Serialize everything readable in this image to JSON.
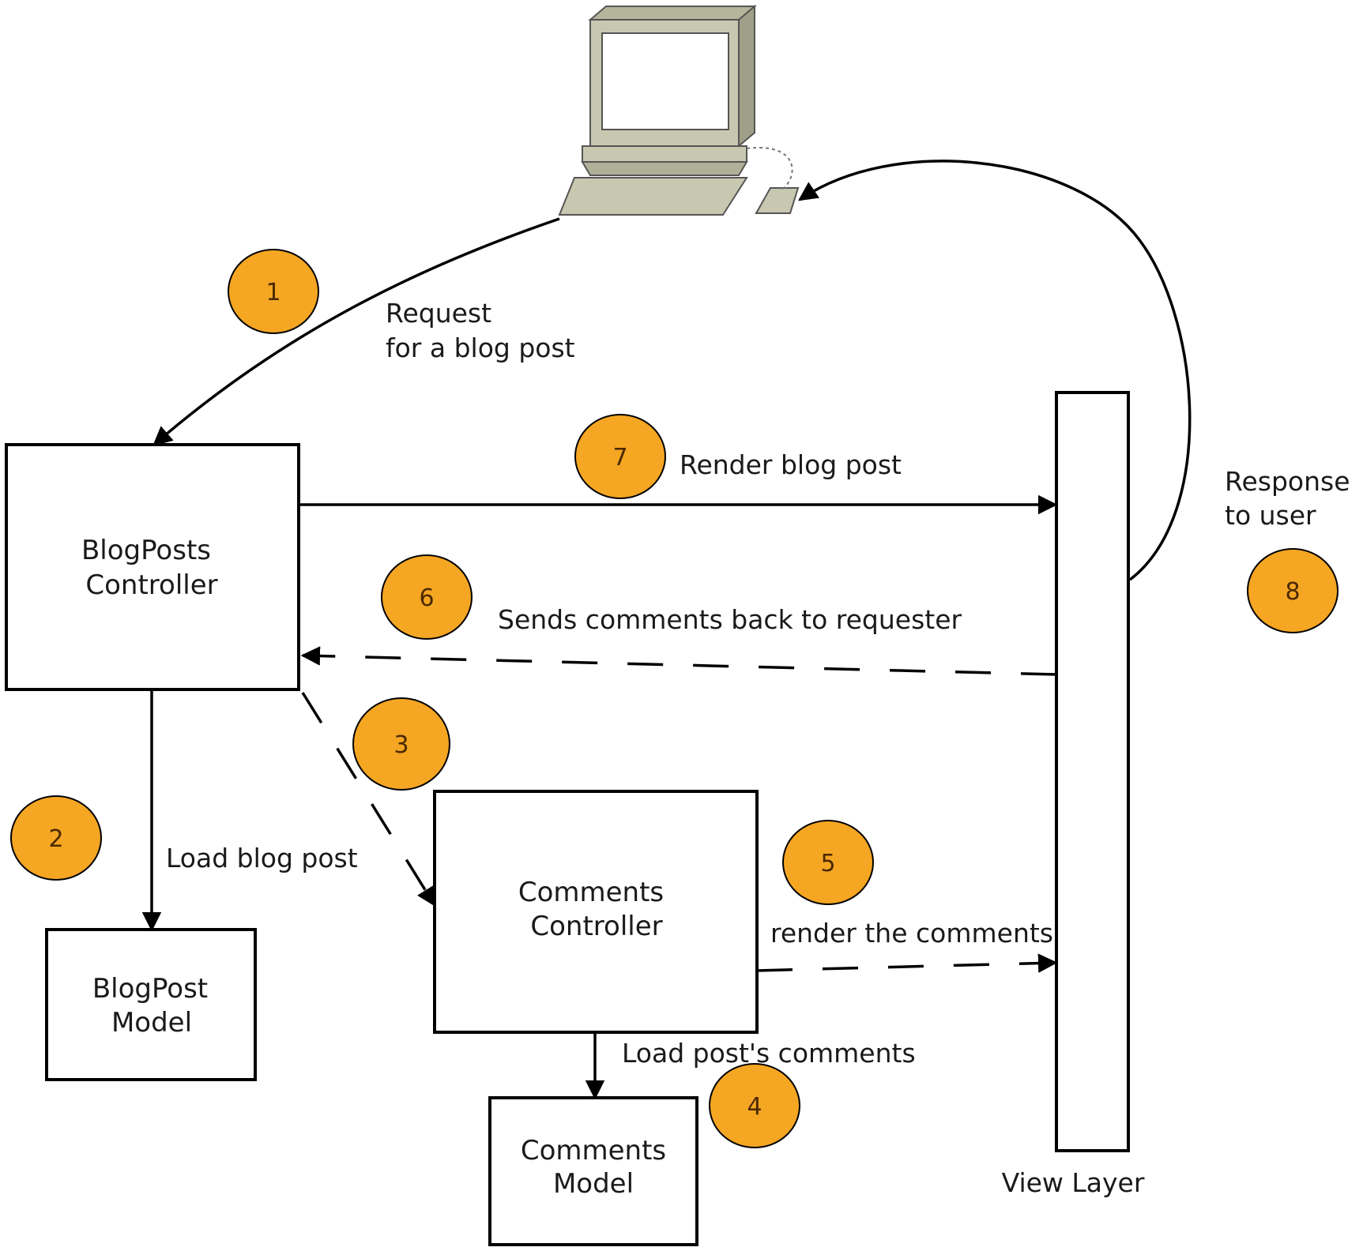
{
  "nodes": {
    "blogposts_controller": [
      "BlogPosts",
      "Controller"
    ],
    "blogpost_model": [
      "BlogPost",
      "Model"
    ],
    "comments_controller": [
      "Comments",
      "Controller"
    ],
    "comments_model": [
      "Comments",
      "Model"
    ],
    "view_layer": "View Layer"
  },
  "edges": {
    "request": [
      "Request",
      "for a blog post"
    ],
    "load_blog_post": "Load blog post",
    "load_comments": "Load post's comments",
    "render_comments": "render the comments",
    "sends_back": "Sends comments back to requester",
    "render_blog_post": "Render blog post",
    "response": [
      "Response",
      "to user"
    ]
  },
  "steps": [
    "1",
    "2",
    "3",
    "4",
    "5",
    "6",
    "7",
    "8"
  ],
  "colors": {
    "badge": "#f5a623",
    "stroke": "#000000",
    "computer": "#c8c8b0"
  }
}
